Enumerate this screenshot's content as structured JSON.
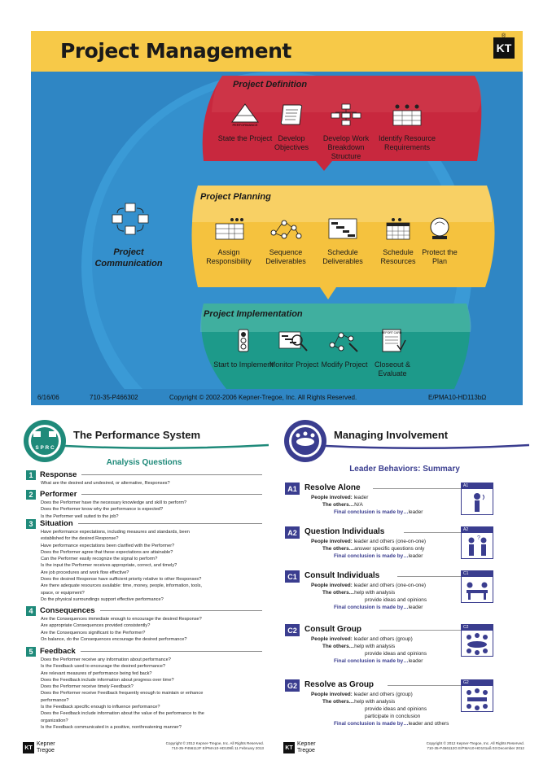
{
  "project_management": {
    "title": "Project Management",
    "logo": "KT",
    "logo_mark": "®",
    "definition": {
      "title": "Project Definition",
      "steps": [
        {
          "label": "State the Project",
          "icon": "pyramid-icon"
        },
        {
          "label": "Develop Objectives",
          "icon": "scroll-icon"
        },
        {
          "label": "Develop Work Breakdown Structure",
          "icon": "org-chart-icon"
        },
        {
          "label": "Identify Resource Requirements",
          "icon": "resource-grid-icon"
        }
      ],
      "pyramid_caption": "PERFORMANCE"
    },
    "planning": {
      "title": "Project Planning",
      "steps": [
        {
          "label": "Assign Responsibility",
          "icon": "matrix-icon"
        },
        {
          "label": "Sequence Deliverables",
          "icon": "network-icon"
        },
        {
          "label": "Schedule Deliverables",
          "icon": "gantt-icon"
        },
        {
          "label": "Schedule Resources",
          "icon": "calendar-icon"
        },
        {
          "label": "Protect the Plan",
          "icon": "crystal-ball-icon"
        }
      ]
    },
    "implementation": {
      "title": "Project Implementation",
      "steps": [
        {
          "label": "Start to Implement",
          "icon": "traffic-light-icon"
        },
        {
          "label": "Monitor Project",
          "icon": "magnifier-icon"
        },
        {
          "label": "Modify Project",
          "icon": "modify-network-icon"
        },
        {
          "label": "Closeout & Evaluate",
          "icon": "report-card-icon"
        }
      ],
      "report_caption": "REPORT CARD"
    },
    "communication": {
      "label_line1": "Project",
      "label_line2": "Communication",
      "icon": "communication-cycle-icon"
    },
    "footer": {
      "date": "6/16/06",
      "code": "710-35-P466302",
      "copyright": "Copyright © 2002-2006 Kepner-Tregoe, Inc. All Rights Reserved.",
      "doc_id": "E/PMA10-HD113bΩ"
    },
    "colors": {
      "definition": "#c8283e",
      "planning": "#f5c23e",
      "implementation": "#1d9a8a",
      "background": "#2f86c4",
      "header": "#f7c948"
    }
  },
  "performance_system": {
    "title": "The Performance System",
    "badge_text": "S P R C",
    "subtitle": "Analysis Questions",
    "sections": [
      {
        "num": "1",
        "title": "Response",
        "questions": [
          "What are the desired and undesired, or alternative, Responses?"
        ]
      },
      {
        "num": "2",
        "title": "Performer",
        "questions": [
          "Does the Performer have the necessary knowledge and skill to perform?",
          "Does the Performer know why the performance is expected?",
          "Is the Performer well suited to the job?"
        ]
      },
      {
        "num": "3",
        "title": "Situation",
        "questions": [
          "Have performance expectations, including measures and standards, been",
          "established for the desired Response?",
          "Have performance expectations been clarified with the Performer?",
          "Does the Performer agree that these expectations are attainable?",
          "Can the Performer easily recognize the signal to perform?",
          "Is the input the Performer receives appropriate, correct, and timely?",
          "Are job procedures and work flow effective?",
          "Does the desired Response have sufficient priority relative to other Responses?",
          "Are there adequate resources available: time, money, people, information, tools,",
          "space, or equipment?",
          "Do the physical surroundings support effective performance?"
        ]
      },
      {
        "num": "4",
        "title": "Consequences",
        "questions": [
          "Are the Consequences immediate enough to encourage the desired Response?",
          "Are appropriate Consequences provided consistently?",
          "Are the Consequences significant to the Performer?",
          "On balance, do the Consequences encourage the desired performance?"
        ]
      },
      {
        "num": "5",
        "title": "Feedback",
        "questions": [
          "Does the Performer receive any information about performance?",
          "Is the Feedback used to encourage the desired performance?",
          "Are relevant measures of performance being fed back?",
          "Does the Feedback include information about progress over time?",
          "Does the Performer receive timely Feedback?",
          "Does the Performer receive Feedback frequently enough to maintain or enhance",
          "performance?",
          "Is the Feedback specific enough to influence performance?",
          "Does the Feedback include information about the value of the performance to the",
          "organization?",
          "Is the Feedback communicated in a positive, nonthreatening manner?"
        ]
      }
    ],
    "footer": {
      "brand_line1": "Kepner",
      "brand_line2": "Tregoe",
      "copy_line1": "Copyright © 2012 Kepner-Tregoe, Inc. All Rights Reserved.",
      "copy_line2": "710-35-P456112F     E/PMA10-HD109ß     11 February 2013"
    },
    "accent": "#1f8a7a"
  },
  "managing_involvement": {
    "title": "Managing Involvement",
    "subtitle": "Leader Behaviors: Summary",
    "behaviors": [
      {
        "code": "A1",
        "title": "Resolve Alone",
        "people": "leader",
        "others": [
          "N/A"
        ],
        "final": "leader"
      },
      {
        "code": "A2",
        "title": "Question Individuals",
        "people": "leader and others (one-on-one)",
        "others": [
          "answer specific questions only"
        ],
        "final": "leader"
      },
      {
        "code": "C1",
        "title": "Consult Individuals",
        "people": "leader and others (one-on-one)",
        "others": [
          "help with analysis",
          "provide ideas and opinions"
        ],
        "final": "leader"
      },
      {
        "code": "C2",
        "title": "Consult Group",
        "people": "leader and others (group)",
        "others": [
          "help with analysis",
          "provide ideas and opinions"
        ],
        "final": "leader"
      },
      {
        "code": "G2",
        "title": "Resolve as Group",
        "people": "leader and others (group)",
        "others": [
          "help with analysis",
          "provide ideas and opinions",
          "participate in conclusion"
        ],
        "final": "leader and others"
      }
    ],
    "labels": {
      "people": "People involved:",
      "others": "The others…",
      "final": "Final conclusion is made by…"
    },
    "footer": {
      "brand_line1": "Kepner",
      "brand_line2": "Tregoe",
      "copy_line1": "Copyright © 2012 Kepner-Tregoe, Inc. All Rights Reserved.",
      "copy_line2": "710-35-P456112G     E/PMA10-HD101aß     03 December 2012"
    },
    "accent": "#3a3d8f"
  }
}
